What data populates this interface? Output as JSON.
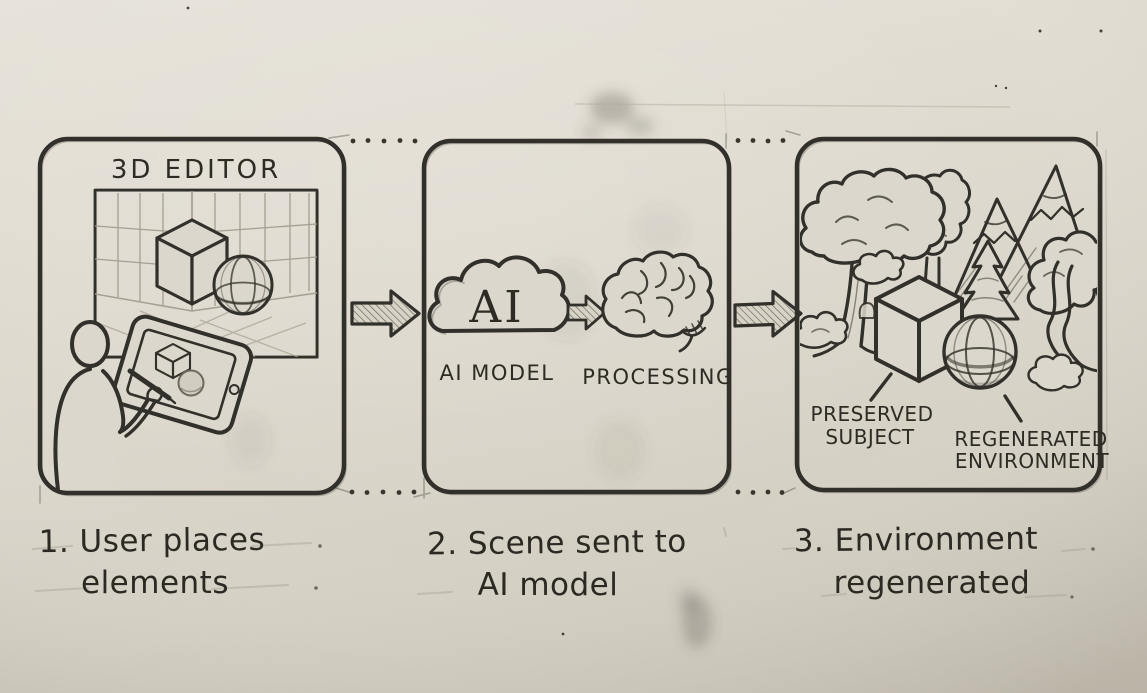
{
  "sketch": {
    "style": "hand-drawn pencil workflow diagram on paper",
    "colors": {
      "paper": "#ddd8cd",
      "ink": "#32302a",
      "faint_pencil": "#a59f92"
    },
    "icons": {
      "cloud": "ai-cloud-icon",
      "brain": "brain-icon",
      "flow_arrow": "flow-arrow-icon",
      "user": "user-figure",
      "tablet": "tablet-icon",
      "stylus": "stylus-icon",
      "cube": "cube-shape",
      "sphere": "sphere-shape",
      "tree": "tree-sketch",
      "pine": "pine-tree-sketch",
      "mountains": "mountain-sketch"
    },
    "panel1": {
      "title": "3D EDITOR",
      "caption": {
        "line1": "1. User places",
        "line2": "elements"
      }
    },
    "panel2": {
      "cloud_text": "AI",
      "cloud_label": "AI MODEL",
      "brain_label": "PROCESSING",
      "caption": {
        "line1": "2. Scene sent to",
        "line2": "AI model"
      }
    },
    "panel3": {
      "subject_label": {
        "line1": "PRESERVED",
        "line2": "SUBJECT"
      },
      "environment_label": {
        "line1": "REGENERATED",
        "line2": "ENVIRONMENT"
      },
      "caption": {
        "line1": "3. Environment",
        "line2": "regenerated"
      }
    }
  }
}
